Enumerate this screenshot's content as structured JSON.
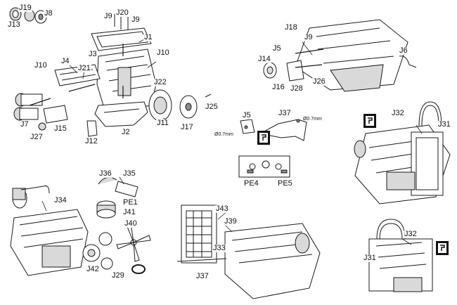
{
  "labels": {
    "J1": "J1",
    "J2": "J2",
    "J3": "J3",
    "J4": "J4",
    "J5a": "J5",
    "J5b": "J5",
    "J6": "J6",
    "J7": "J7",
    "J8": "J8",
    "J9a": "J9",
    "J9b": "J9",
    "J9c": "J9",
    "J10a": "J10",
    "J10b": "J10",
    "J11": "J11",
    "J12": "J12",
    "J13": "J13",
    "J14": "J14",
    "J15": "J15",
    "J16": "J16",
    "J17": "J17",
    "J18": "J18",
    "J19": "J19",
    "J20": "J20",
    "J21": "J21",
    "J22": "J22",
    "J25": "J25",
    "J26": "J26",
    "J27": "J27",
    "J28": "J28",
    "J29": "J29",
    "J31a": "J31",
    "J31b": "J31",
    "J32a": "J32",
    "J32b": "J32",
    "J33": "J33",
    "J34": "J34",
    "J35": "J35",
    "J36": "J36",
    "J37a": "J37",
    "J37b": "J37",
    "J39": "J39",
    "J40": "J40",
    "J41": "J41",
    "J42": "J42",
    "J43": "J43",
    "PE1": "PE1",
    "PE4": "PE4",
    "PE5": "PE5"
  },
  "notes": {
    "dia_left": "Ø0.7mm",
    "dia_right": "Ø0.7mm"
  },
  "icons": [
    "photo-etch-bend-icon",
    "photo-etch-bend-icon",
    "photo-etch-bend-icon"
  ]
}
